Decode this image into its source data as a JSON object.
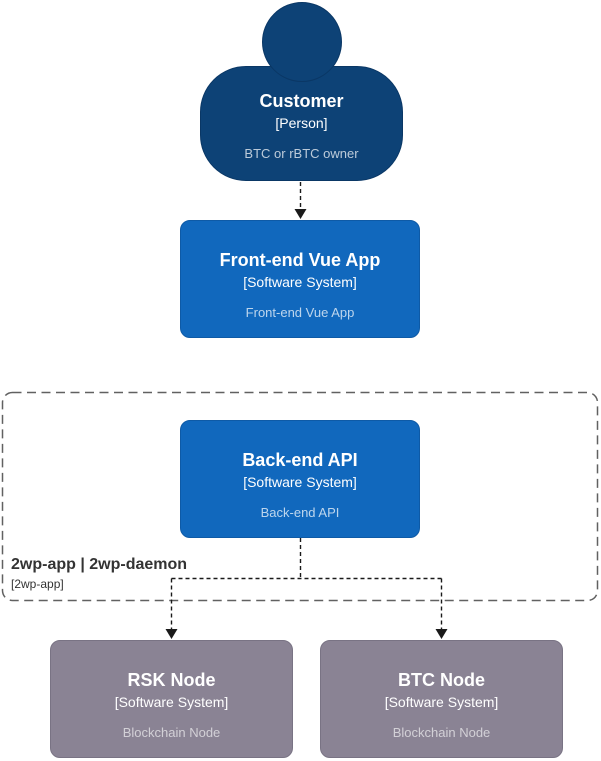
{
  "elements": {
    "customer": {
      "name": "Customer",
      "type": "[Person]",
      "description": "BTC or rBTC owner"
    },
    "frontend": {
      "name": "Front-end Vue App",
      "type": "[Software System]",
      "description": "Front-end Vue App"
    },
    "backend": {
      "name": "Back-end API",
      "type": "[Software System]",
      "description": "Back-end API"
    },
    "rsk_node": {
      "name": "RSK Node",
      "type": "[Software System]",
      "description": "Blockchain Node"
    },
    "btc_node": {
      "name": "BTC Node",
      "type": "[Software System]",
      "description": "Blockchain Node"
    }
  },
  "boundary": {
    "title": "2wp-app | 2wp-daemon",
    "subtitle": "[2wp-app]"
  },
  "relationships": [
    {
      "from": "Customer",
      "to": "Front-end Vue App",
      "line": "dashed"
    },
    {
      "from": "Back-end API",
      "to": "RSK Node",
      "line": "dashed"
    },
    {
      "from": "Back-end API",
      "to": "BTC Node",
      "line": "dashed"
    }
  ],
  "colors": {
    "person_fill": "#0d4276",
    "software_system_fill": "#1168bd",
    "external_system_fill": "#8a8394",
    "boundary_border": "#616161",
    "connector": "#1a1a1a",
    "text_on_fill": "#ffffff",
    "boundary_label_text": "#333333"
  }
}
